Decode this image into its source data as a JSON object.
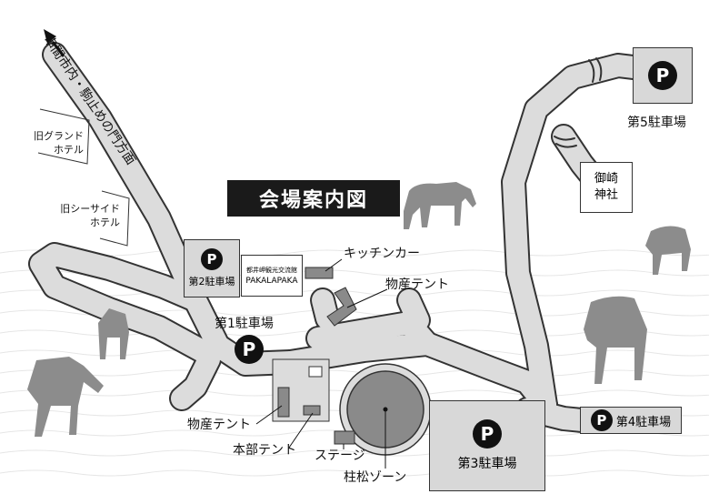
{
  "map": {
    "title": "会場案内図",
    "direction_label": "串間市内・駒止めの門方面",
    "landmarks": {
      "old_grand_hotel": "旧グランド ホテル",
      "old_seaside_hotel": "旧シーサイド ホテル",
      "shrine": "御崎 神社",
      "tourism_center_line1": "都井岬観光交流館",
      "tourism_center_line2": "PAKALAPAKA"
    },
    "parking": {
      "symbol": "P",
      "lot1": "第1駐車場",
      "lot2": "第2駐車場",
      "lot3": "第3駐車場",
      "lot4": "第4駐車場",
      "lot5": "第5駐車場"
    },
    "facilities": {
      "kitchen_car": "キッチンカー",
      "product_tent_upper": "物産テント",
      "product_tent_lower": "物産テント",
      "hq_tent": "本部テント",
      "stage": "ステージ",
      "pine_zone": "柱松ゾーン"
    },
    "colors": {
      "road": "#dcdcdc",
      "road_edge": "#333333",
      "horse": "#8c8c8c",
      "title_bg": "#1a1a1a",
      "zone_fill": "#888888"
    }
  }
}
